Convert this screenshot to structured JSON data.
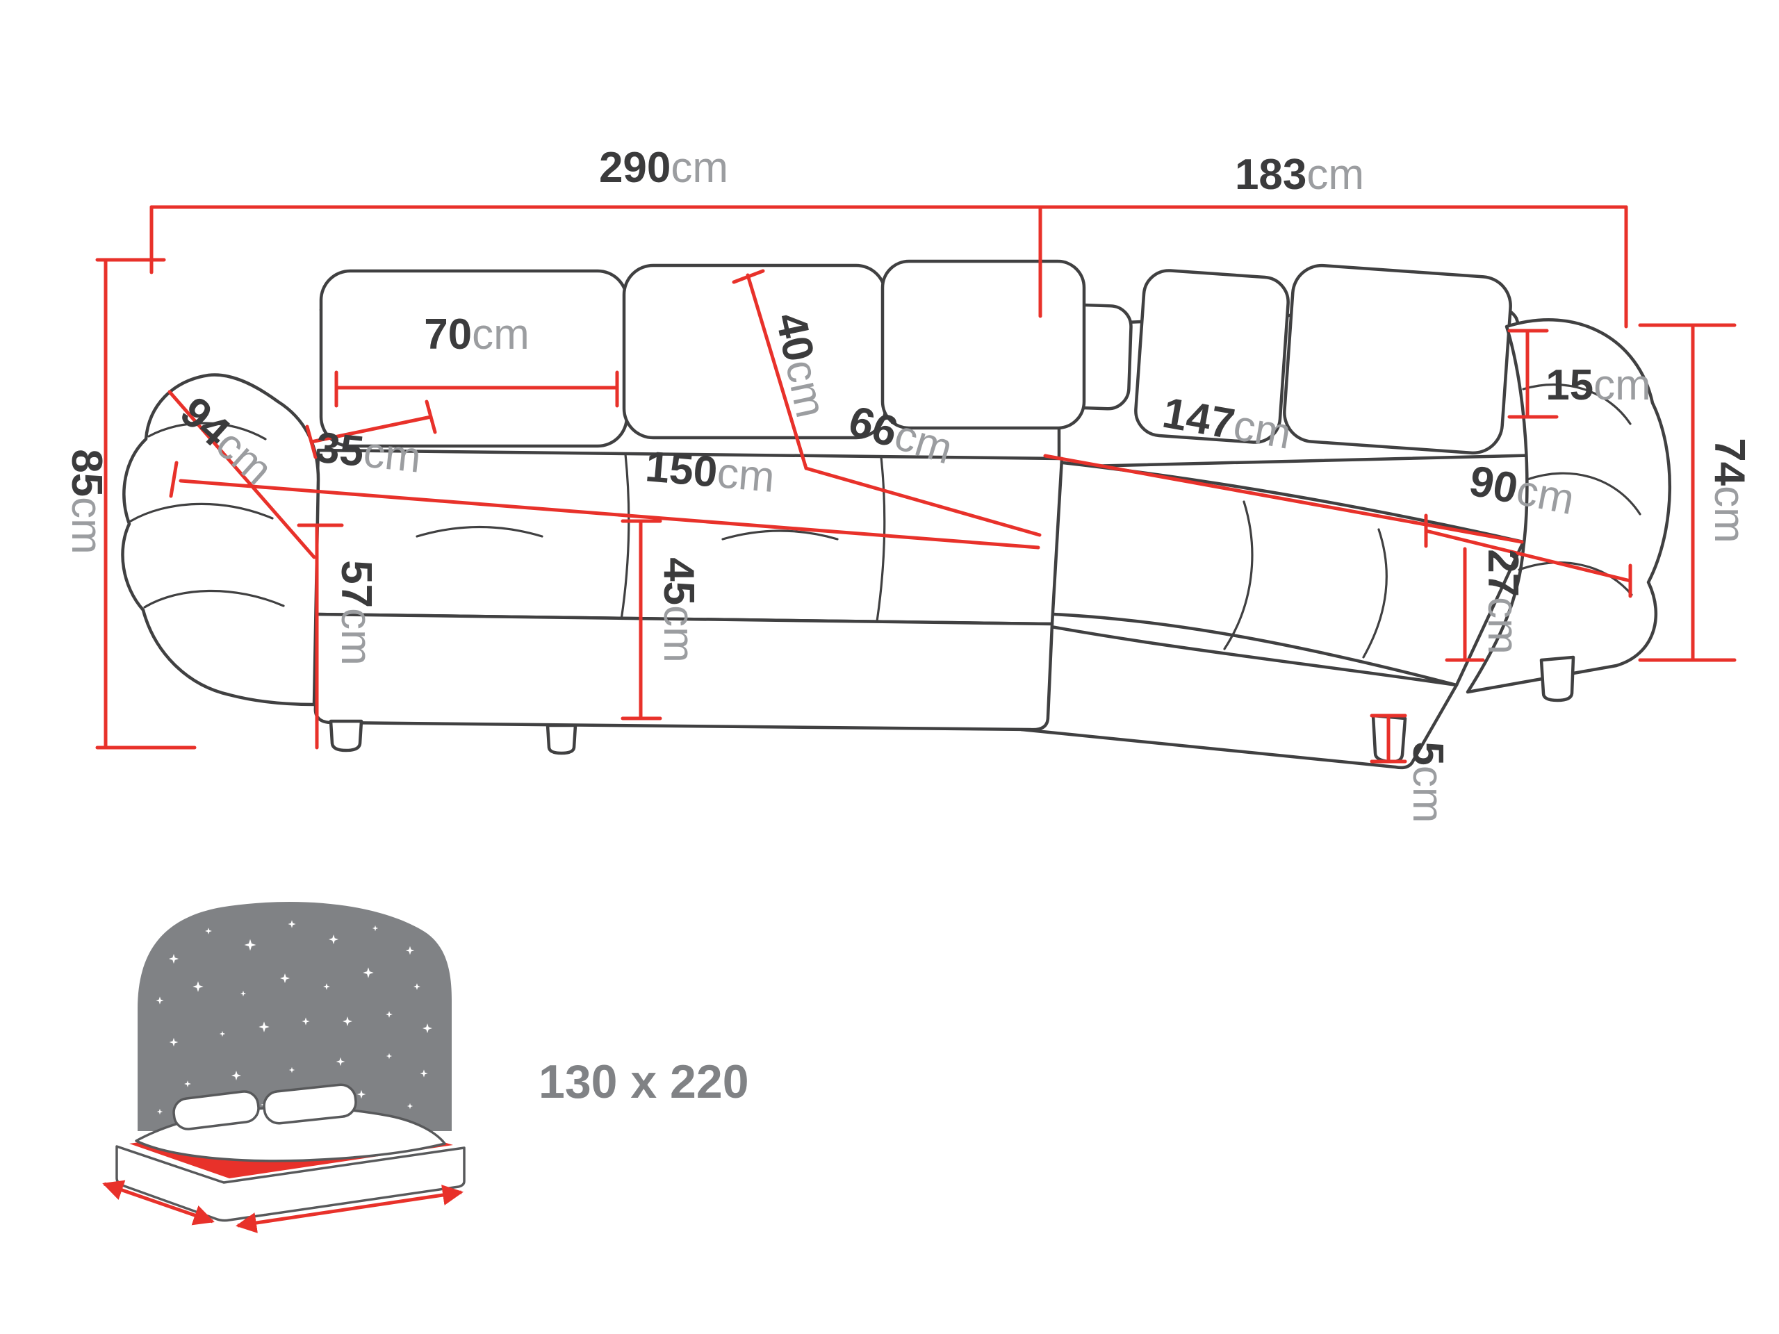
{
  "dimensions": {
    "total_width": {
      "value": "290",
      "unit": "cm"
    },
    "side_width": {
      "value": "183",
      "unit": "cm"
    },
    "total_height": {
      "value": "85",
      "unit": "cm"
    },
    "back_cushion_width": {
      "value": "70",
      "unit": "cm"
    },
    "back_cushion_height": {
      "value": "40",
      "unit": "cm"
    },
    "corner_seat_depth": {
      "value": "66",
      "unit": "cm"
    },
    "chaise_length": {
      "value": "147",
      "unit": "cm"
    },
    "backrest_lip_height": {
      "value": "15",
      "unit": "cm"
    },
    "side_height": {
      "value": "74",
      "unit": "cm"
    },
    "armrest_depth": {
      "value": "94",
      "unit": "cm"
    },
    "armrest_width": {
      "value": "35",
      "unit": "cm"
    },
    "armrest_height": {
      "value": "57",
      "unit": "cm"
    },
    "seat_width": {
      "value": "150",
      "unit": "cm"
    },
    "seat_height": {
      "value": "45",
      "unit": "cm"
    },
    "chaise_width": {
      "value": "90",
      "unit": "cm"
    },
    "chaise_seat_height": {
      "value": "27",
      "unit": "cm"
    },
    "leg_height": {
      "value": "5",
      "unit": "cm"
    }
  },
  "sleeping_area": {
    "label": "130 x 220"
  },
  "icons": {
    "sleeping_function": "bed-with-starry-headboard-icon"
  },
  "colors": {
    "dimension_red": "#e8312a",
    "outline_gray": "#404041",
    "value_text": "#3b3b3c",
    "unit_text": "#9b9da0",
    "icon_gray": "#808285"
  }
}
